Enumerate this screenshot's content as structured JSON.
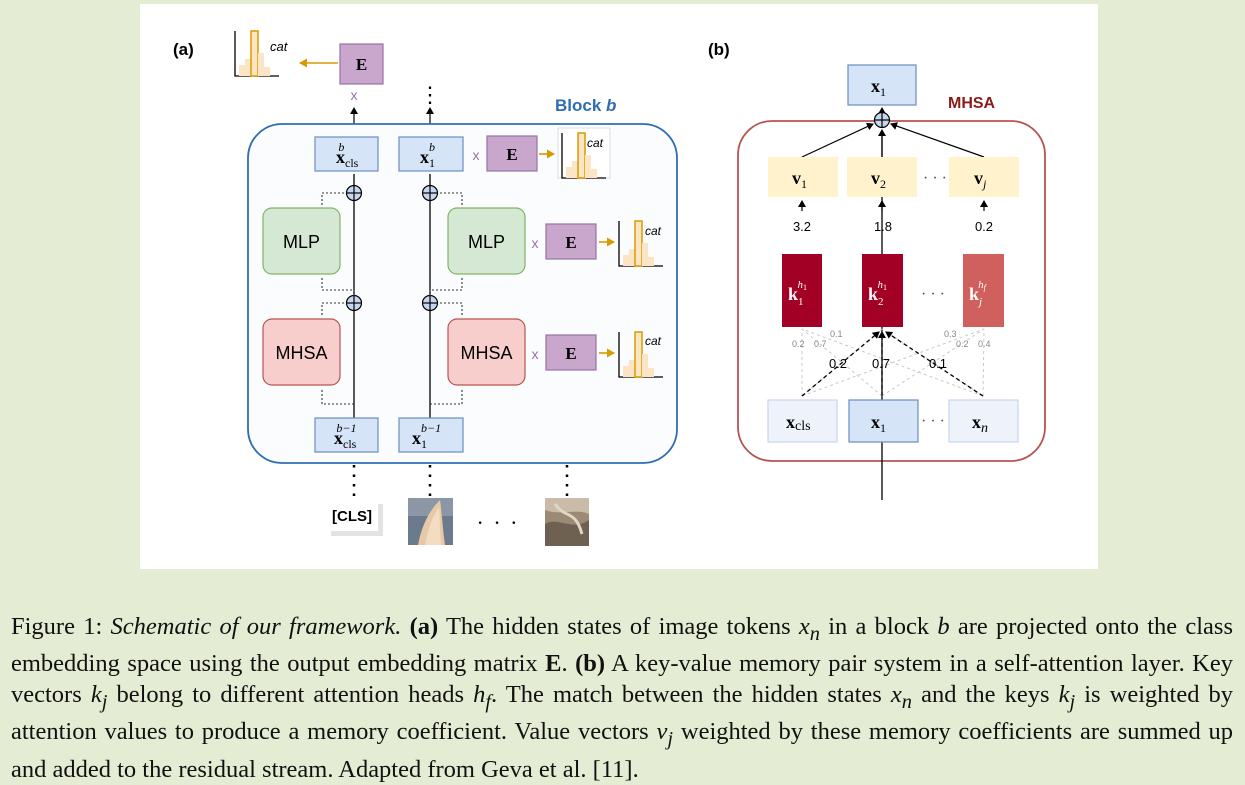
{
  "panel_a": {
    "label": "(a)",
    "block_title": "Block",
    "block_var": "b",
    "embed": "E",
    "mult": "x",
    "hist_label": "cat",
    "mlp": "MLP",
    "mhsa": "MHSA",
    "token_x": "x",
    "sub_cls": "cls",
    "sub_1": "1",
    "sup_b": "b",
    "sup_bm1": "b−1",
    "cls_token": "[CLS]",
    "vdots": "⋮",
    "ellipsis": "· · ·"
  },
  "panel_b": {
    "label": "(b)",
    "title": "MHSA",
    "output": {
      "x": "x",
      "sub": "1"
    },
    "values": [
      {
        "name": "v",
        "sub": "1"
      },
      {
        "name": "v",
        "sub": "2"
      },
      {
        "name": "v",
        "sub": "j"
      }
    ],
    "coefficients": [
      "3.2",
      "1.8",
      "0.2"
    ],
    "keys": [
      {
        "name": "k",
        "sub": "1",
        "sup": "h",
        "supsub": "1"
      },
      {
        "name": "k",
        "sub": "2",
        "sup": "h",
        "supsub": "1"
      },
      {
        "name": "k",
        "sub": "j",
        "sup": "h",
        "supsub": "f"
      }
    ],
    "attn_small_left": [
      "0.1",
      "0.2",
      "0.7"
    ],
    "attn_small_right": [
      "0.3",
      "0.2",
      "0.4"
    ],
    "attn_main": [
      "0.2",
      "0.7",
      "0.1"
    ],
    "inputs": [
      {
        "name": "x",
        "sub": "cls"
      },
      {
        "name": "x",
        "sub": "1"
      },
      {
        "name": "x",
        "sub": "n"
      }
    ],
    "dots": "· · ·"
  },
  "caption": {
    "fig": "Figure 1:",
    "title": "Schematic of our framework.",
    "a_label": "(a)",
    "a_text1": "The hidden states of image tokens",
    "xn_x": "x",
    "xn_sub": "n",
    "a_text2": "in a block",
    "b_var": "b",
    "a_text3": "are projected onto the class embedding space using the output embedding matrix",
    "E": "E",
    "b_label": "(b)",
    "b_text1": "A key-value memory pair system in a self-attention layer. Key vectors",
    "kj_k": "k",
    "kj_sub": "j",
    "b_text2": "belong to different attention heads",
    "hf_h": "h",
    "hf_sub": "f",
    "b_text3": ". The match between the hidden states",
    "b_text4": "and the keys",
    "b_text5": "is weighted by attention values to produce a memory coefficient. Value vectors",
    "vj_v": "v",
    "vj_sub": "j",
    "b_text6": "weighted by these memory coefficients are summed up and added to the residual stream. Adapted from Geva et al. [11]."
  },
  "colors": {
    "background": "#e4ecd3",
    "token_fill": "#d6e4f7",
    "token_stroke": "#6c8ebf",
    "embed_fill": "#c9a6cc",
    "embed_stroke": "#9673a6",
    "mlp_fill": "#d5e8d4",
    "mlp_stroke": "#82b366",
    "mhsa_fill": "#f8cecc",
    "mhsa_stroke": "#b85450",
    "block_stroke": "#2f6db3",
    "value_fill": "#fff2cc",
    "key_fill": "#a20025",
    "hist_stroke": "#d79b00"
  }
}
